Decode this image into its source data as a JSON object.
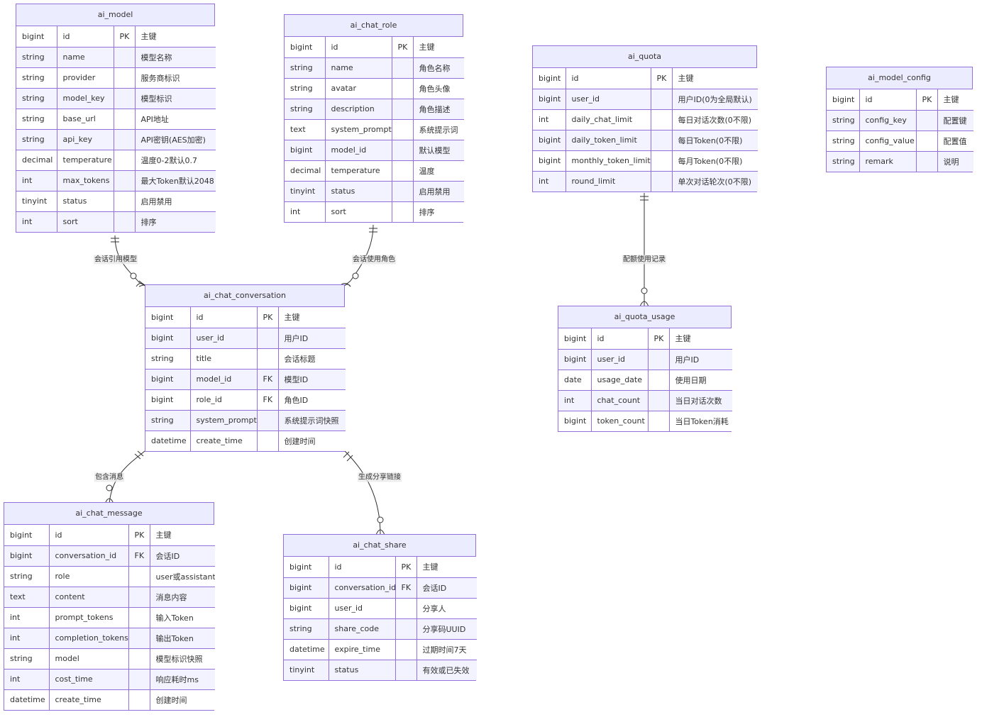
{
  "colors": {
    "border": "#9370DB",
    "header_bg": "#ECECFF",
    "row_odd": "#ffffff",
    "row_even": "#F3F3FF",
    "line": "#333333",
    "text": "#333333"
  },
  "entities": {
    "ai_model": {
      "name": "ai_model",
      "rows": [
        [
          "bigint",
          "id",
          "PK",
          "主键"
        ],
        [
          "string",
          "name",
          "",
          "模型名称"
        ],
        [
          "string",
          "provider",
          "",
          "服务商标识"
        ],
        [
          "string",
          "model_key",
          "",
          "模型标识"
        ],
        [
          "string",
          "base_url",
          "",
          "API地址"
        ],
        [
          "string",
          "api_key",
          "",
          "API密钥(AES加密)"
        ],
        [
          "decimal",
          "temperature",
          "",
          "温度0-2默认0.7"
        ],
        [
          "int",
          "max_tokens",
          "",
          "最大Token默认2048"
        ],
        [
          "tinyint",
          "status",
          "",
          "启用禁用"
        ],
        [
          "int",
          "sort",
          "",
          "排序"
        ]
      ]
    },
    "ai_chat_role": {
      "name": "ai_chat_role",
      "rows": [
        [
          "bigint",
          "id",
          "PK",
          "主键"
        ],
        [
          "string",
          "name",
          "",
          "角色名称"
        ],
        [
          "string",
          "avatar",
          "",
          "角色头像"
        ],
        [
          "string",
          "description",
          "",
          "角色描述"
        ],
        [
          "text",
          "system_prompt",
          "",
          "系统提示词"
        ],
        [
          "bigint",
          "model_id",
          "",
          "默认模型"
        ],
        [
          "decimal",
          "temperature",
          "",
          "温度"
        ],
        [
          "tinyint",
          "status",
          "",
          "启用禁用"
        ],
        [
          "int",
          "sort",
          "",
          "排序"
        ]
      ]
    },
    "ai_quota": {
      "name": "ai_quota",
      "rows": [
        [
          "bigint",
          "id",
          "PK",
          "主键"
        ],
        [
          "bigint",
          "user_id",
          "",
          "用户ID(0为全局默认)"
        ],
        [
          "int",
          "daily_chat_limit",
          "",
          "每日对话次数(0不限)"
        ],
        [
          "bigint",
          "daily_token_limit",
          "",
          "每日Token(0不限)"
        ],
        [
          "bigint",
          "monthly_token_limit",
          "",
          "每月Token(0不限)"
        ],
        [
          "int",
          "round_limit",
          "",
          "单次对话轮次(0不限)"
        ]
      ]
    },
    "ai_model_config": {
      "name": "ai_model_config",
      "rows": [
        [
          "bigint",
          "id",
          "PK",
          "主键"
        ],
        [
          "string",
          "config_key",
          "",
          "配置键"
        ],
        [
          "string",
          "config_value",
          "",
          "配置值"
        ],
        [
          "string",
          "remark",
          "",
          "说明"
        ]
      ]
    },
    "ai_chat_conversation": {
      "name": "ai_chat_conversation",
      "rows": [
        [
          "bigint",
          "id",
          "PK",
          "主键"
        ],
        [
          "bigint",
          "user_id",
          "",
          "用户ID"
        ],
        [
          "string",
          "title",
          "",
          "会话标题"
        ],
        [
          "bigint",
          "model_id",
          "FK",
          "模型ID"
        ],
        [
          "bigint",
          "role_id",
          "FK",
          "角色ID"
        ],
        [
          "string",
          "system_prompt",
          "",
          "系统提示词快照"
        ],
        [
          "datetime",
          "create_time",
          "",
          "创建时间"
        ]
      ]
    },
    "ai_quota_usage": {
      "name": "ai_quota_usage",
      "rows": [
        [
          "bigint",
          "id",
          "PK",
          "主键"
        ],
        [
          "bigint",
          "user_id",
          "",
          "用户ID"
        ],
        [
          "date",
          "usage_date",
          "",
          "使用日期"
        ],
        [
          "int",
          "chat_count",
          "",
          "当日对话次数"
        ],
        [
          "bigint",
          "token_count",
          "",
          "当日Token消耗"
        ]
      ]
    },
    "ai_chat_message": {
      "name": "ai_chat_message",
      "rows": [
        [
          "bigint",
          "id",
          "PK",
          "主键"
        ],
        [
          "bigint",
          "conversation_id",
          "FK",
          "会话ID"
        ],
        [
          "string",
          "role",
          "",
          "user或assistant"
        ],
        [
          "text",
          "content",
          "",
          "消息内容"
        ],
        [
          "int",
          "prompt_tokens",
          "",
          "输入Token"
        ],
        [
          "int",
          "completion_tokens",
          "",
          "输出Token"
        ],
        [
          "string",
          "model",
          "",
          "模型标识快照"
        ],
        [
          "int",
          "cost_time",
          "",
          "响应耗时ms"
        ],
        [
          "datetime",
          "create_time",
          "",
          "创建时间"
        ]
      ]
    },
    "ai_chat_share": {
      "name": "ai_chat_share",
      "rows": [
        [
          "bigint",
          "id",
          "PK",
          "主键"
        ],
        [
          "bigint",
          "conversation_id",
          "FK",
          "会话ID"
        ],
        [
          "bigint",
          "user_id",
          "",
          "分享人"
        ],
        [
          "string",
          "share_code",
          "",
          "分享码UUID"
        ],
        [
          "datetime",
          "expire_time",
          "",
          "过期时间7天"
        ],
        [
          "tinyint",
          "status",
          "",
          "有效或已失效"
        ]
      ]
    }
  },
  "relationships": [
    {
      "from": "ai_model",
      "to": "ai_chat_conversation",
      "label": "会话引用模型"
    },
    {
      "from": "ai_chat_role",
      "to": "ai_chat_conversation",
      "label": "会话使用角色"
    },
    {
      "from": "ai_quota",
      "to": "ai_quota_usage",
      "label": "配额使用记录"
    },
    {
      "from": "ai_chat_conversation",
      "to": "ai_chat_message",
      "label": "包含消息"
    },
    {
      "from": "ai_chat_conversation",
      "to": "ai_chat_share",
      "label": "生成分享链接"
    }
  ]
}
